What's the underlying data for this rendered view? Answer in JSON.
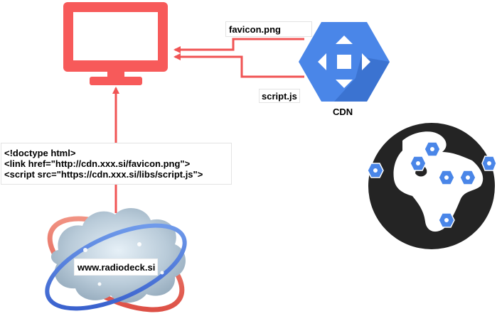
{
  "labels": {
    "favicon": "favicon.png",
    "script": "script.js",
    "cdn": "CDN",
    "site": "www.radiodeck.si"
  },
  "code_lines": [
    "<!doctype html>",
    "<link href=\"http://cdn.xxx.si/favicon.png\">",
    "<script src=\"https://cdn.xxx.si/libs/script.js\">"
  ],
  "icons": {
    "monitor": "monitor-icon",
    "cdn": "cdn-hexagon-icon",
    "globe": "globe-icon",
    "server_cloud": "cloud-server-icon",
    "edge_node": "cdn-node-icon"
  },
  "colors": {
    "monitor": "#f75a5a",
    "arrow": "#f05454",
    "cdn_blue": "#4a86e8",
    "cdn_shade": "#3b73d1",
    "globe": "#242424",
    "node_blue": "#4a86e8",
    "ring_red": "#e4584e",
    "ring_blue": "#3f6fd8",
    "cloud": "#b7c9d8"
  }
}
